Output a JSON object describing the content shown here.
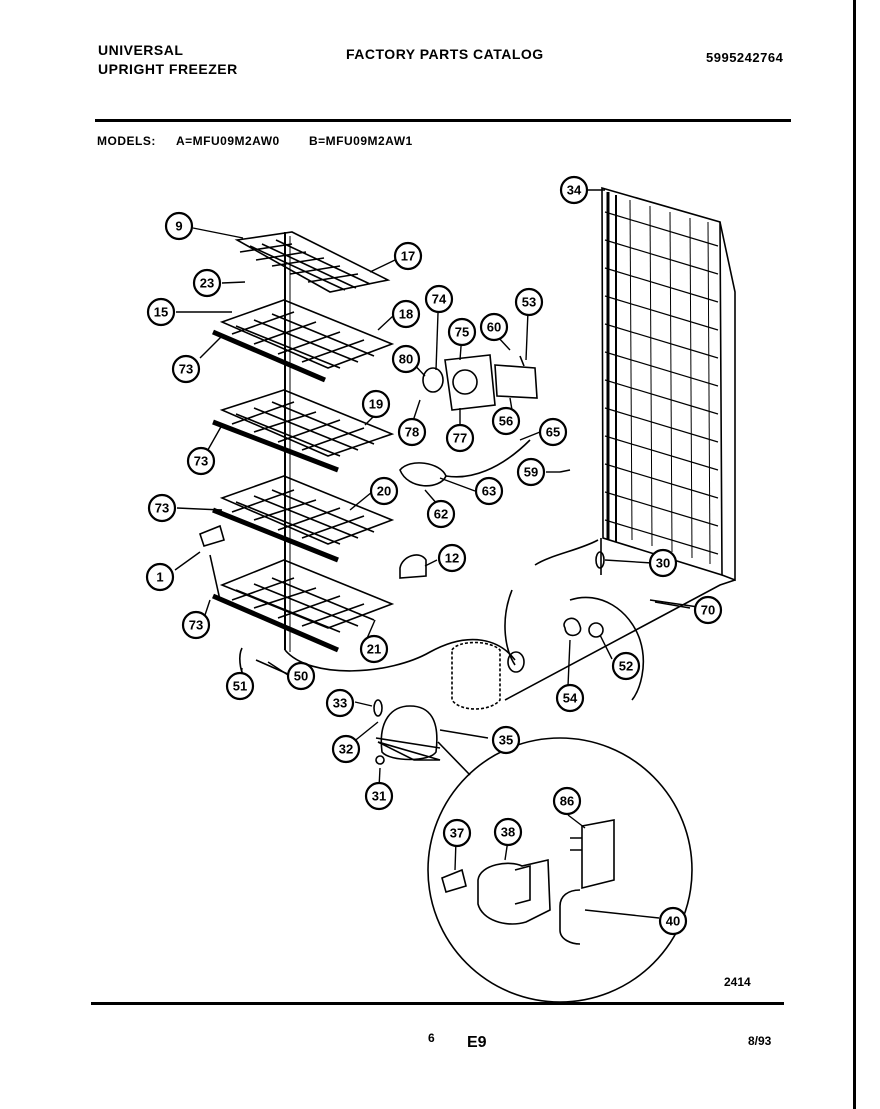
{
  "header": {
    "brand_line1": "UNIVERSAL",
    "brand_line2": "UPRIGHT FREEZER",
    "catalog_title": "FACTORY PARTS CATALOG",
    "catalog_number": "5995242764",
    "models_label": "MODELS:",
    "model_a": "A=MFU09M2AW0",
    "model_b": "B=MFU09M2AW1"
  },
  "diagram": {
    "callouts": [
      "9",
      "17",
      "23",
      "15",
      "18",
      "74",
      "75",
      "53",
      "60",
      "80",
      "73",
      "19",
      "78",
      "77",
      "56",
      "65",
      "59",
      "63",
      "73",
      "20",
      "62",
      "73",
      "1",
      "12",
      "30",
      "73",
      "70",
      "21",
      "52",
      "50",
      "51",
      "54",
      "33",
      "35",
      "32",
      "31",
      "86",
      "37",
      "38",
      "40",
      "34"
    ],
    "drawing_number": "2414"
  },
  "footer": {
    "page_number": "6",
    "section": "E9",
    "date": "8/93"
  }
}
